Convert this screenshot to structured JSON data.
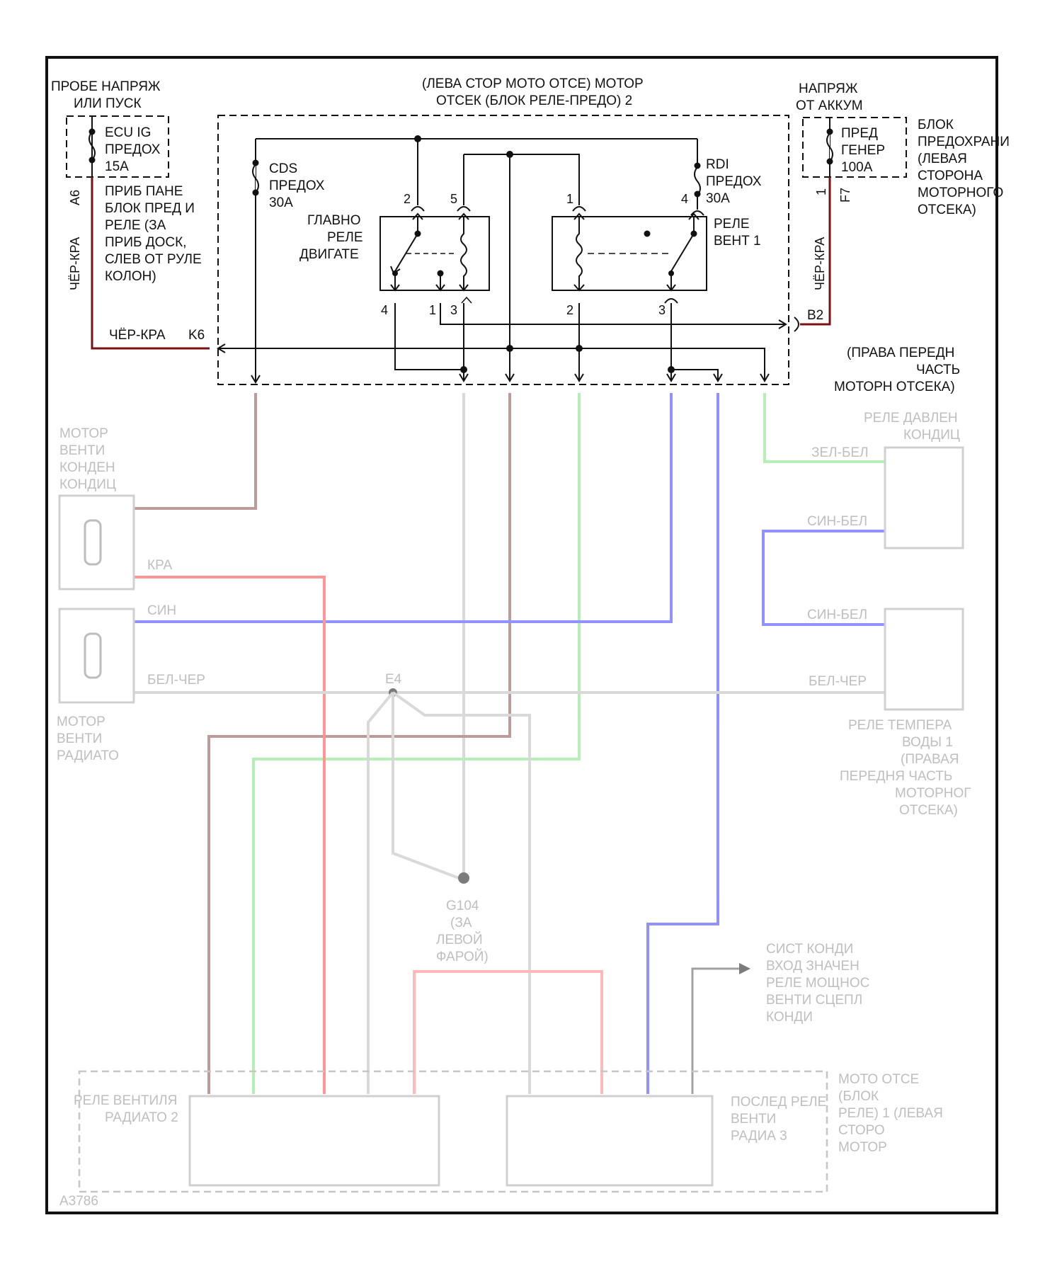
{
  "header": {
    "probe_title": [
      "ПРОБЕ НАПРЯЖ",
      "ИЛИ ПУСК"
    ],
    "fuse_ecu": [
      "ECU IG",
      "ПРЕДОХ",
      "15A"
    ],
    "dash_block": [
      "ПРИБ ПАНЕ",
      "БЛОК ПРЕД И",
      "РЕЛЕ (ЗА",
      "ПРИБ ДОСК,",
      "СЛЕВ ОТ РУЛЕ",
      "КОЛОН)"
    ],
    "left_pin_a6": "A6",
    "left_wire_color": "ЧЁР-КРА",
    "left_wire_k6_color": "ЧЁР-КРА",
    "pin_k6": "K6",
    "engine_comp_title": [
      "(ЛЕВА СТОР МОТО ОТСЕ) МОТОР",
      "ОТСЕК (БЛОК РЕЛЕ-ПРЕДО) 2"
    ],
    "fuse_cds": [
      "CDS",
      "ПРЕДОХ",
      "30A"
    ],
    "relay_main": [
      "ГЛАВНО",
      "РЕЛЕ",
      "ДВИГАТЕ"
    ],
    "relay_main_pins": {
      "p2": "2",
      "p5": "5",
      "p4": "4",
      "p1": "1",
      "p3": "3"
    },
    "fuse_rdi": [
      "RDI",
      "ПРЕДОХ",
      "30A"
    ],
    "relay_fan": [
      "РЕЛЕ",
      "ВЕНТ 1"
    ],
    "relay_fan_pins": {
      "p1": "1",
      "p4": "4",
      "p2": "2",
      "p3": "3"
    },
    "battery_title": [
      "НАПРЯЖ",
      "ОТ АККУМ"
    ],
    "fuse_gen": [
      "ПРЕД",
      "ГЕНЕР",
      "100A"
    ],
    "fuse_block_left": [
      "БЛОК",
      "ПРЕДОХРАНИ",
      "(ЛЕВАЯ",
      "СТОРОНА",
      "МОТОРНОГО",
      "ОТСЕКА)"
    ],
    "right_pin_1": "1",
    "right_pin_f7": "F7",
    "right_wire_color": "ЧЁР-КРА",
    "pin_b2": "B2",
    "right_front": [
      "(ПРАВА ПЕРЕДН",
      "ЧАСТЬ",
      "МОТОРН ОТСЕКА)"
    ]
  },
  "lower": {
    "fan_motor_condenser": [
      "МОТОР",
      "ВЕНТИ",
      "КОНДЕН",
      "КОНДИЦ"
    ],
    "fan_motor_radiator": [
      "МОТОР",
      "ВЕНТИ",
      "РАДИАТО"
    ],
    "wire_kra": "КРА",
    "wire_sin": "СИН",
    "wire_bel_cher": "БЕЛ-ЧЕР",
    "relay_pressure": [
      "РЕЛЕ ДАВЛЕН",
      "КОНДИЦ"
    ],
    "relay_temp": [
      "РЕЛЕ ТЕМПЕРА",
      "ВОДЫ 1",
      "(ПРАВАЯ",
      "ПЕРЕДНЯ ЧАСТЬ",
      "МОТОРНОГ",
      "ОТСЕКА)"
    ],
    "wire_zel_bel": "ЗЕЛ-БЕЛ",
    "wire_sin_bel": "СИН-БЕЛ",
    "ground": [
      "G104",
      "(ЗА",
      "ЛЕВОЙ",
      "ФАРОЙ)"
    ],
    "ac_system": [
      "СИСТ КОНДИ",
      "ВХОД ЗНАЧЕН",
      "РЕЛЕ МОЩНОС",
      "ВЕНТИ СЦЕПЛ",
      "КОНДИ"
    ],
    "relay_rad2": [
      "РЕЛЕ ВЕНТИЛЯ",
      "РАДИАТО 2"
    ],
    "relay_rad3": [
      "ПОСЛЕД РЕЛЕ",
      "ВЕНТИ",
      "РАДИА 3"
    ],
    "engine_block_1": [
      "МОТО ОТСЕ",
      "(БЛОК",
      "РЕЛЕ) 1 (ЛЕВАЯ",
      "СТОРО",
      "МОТОР"
    ],
    "splice": "E4",
    "footer_code": "A3786"
  }
}
